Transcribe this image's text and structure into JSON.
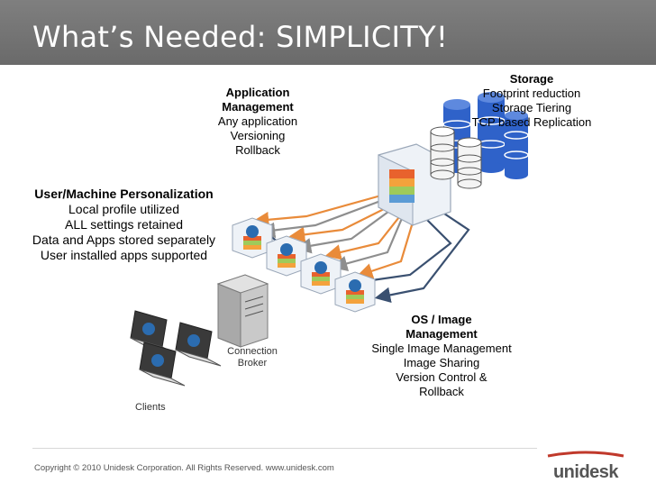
{
  "slide": {
    "title": "What’s Needed: SIMPLICITY!"
  },
  "application": {
    "heading1": "Application",
    "heading2": "Management",
    "line1": "Any application",
    "line2": "Versioning",
    "line3": "Rollback"
  },
  "storage": {
    "heading": "Storage",
    "line1": "Footprint reduction",
    "line2": "Storage Tiering",
    "line3": "TCP based Replication"
  },
  "user": {
    "heading": "User/Machine Personalization",
    "line1": "Local profile utilized",
    "line2": "ALL settings retained",
    "line3": "Data and Apps stored separately",
    "line4": "User installed apps supported"
  },
  "os": {
    "heading1": "OS / Image",
    "heading2": "Management",
    "line1": "Single Image Management",
    "line2": "Image Sharing",
    "line3": "Version Control &",
    "line4": "Rollback"
  },
  "diagram": {
    "broker_line1": "Connection",
    "broker_line2": "Broker",
    "clients": "Clients"
  },
  "footer": {
    "copyright": "Copyright © 2010 Unidesk Corporation.  All Rights Reserved. www.unidesk.com",
    "logo_text": "unidesk"
  },
  "colors": {
    "title_bar": "#737373",
    "arrow_orange": "#e98b3a",
    "arrow_gray": "#8e8e8e",
    "arrow_navy": "#3a5070",
    "storage_blue": "#2f62c9",
    "logo_red": "#c0392b"
  }
}
